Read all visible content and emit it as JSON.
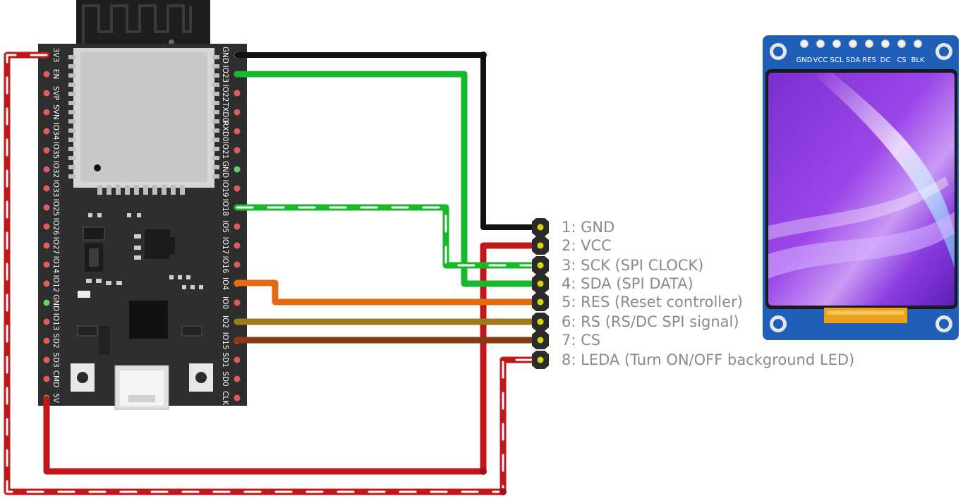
{
  "esp32": {
    "left_pins": [
      "3V3",
      "EN",
      "SVP",
      "SVN",
      "IO34",
      "IO35",
      "IO32",
      "IO33",
      "IO25",
      "IO26",
      "IO27",
      "IO14",
      "IO12",
      "GND",
      "IO13",
      "SD2",
      "SD3",
      "CMD",
      "5V"
    ],
    "right_pins": [
      "GND",
      "IO23",
      "IO22",
      "TXD0",
      "RXD0",
      "IO21",
      "GND",
      "IO19",
      "IO18",
      "IO5",
      "IO17",
      "IO16",
      "IO4",
      "IO0",
      "IO2",
      "IO15",
      "SD1",
      "SD0",
      "CLK"
    ]
  },
  "header": {
    "pins": [
      "1: GND",
      "2: VCC",
      "3: SCK (SPI CLOCK)",
      "4: SDA (SPI DATA)",
      "5: RES (Reset controller)",
      "6: RS (RS/DC SPI signal)",
      "7: CS",
      "8: LEDA (Turn ON/OFF background LED)"
    ]
  },
  "display": {
    "pins": [
      "GND",
      "VCC",
      "SCL",
      "SDA",
      "RES",
      "DC",
      "CS",
      "BLK"
    ]
  },
  "colors": {
    "gnd_wire": "#111111",
    "vcc_wire": "#c0171b",
    "sck_wire": "#18b82d",
    "sda_wire": "#18b82d",
    "res_wire": "#e46a10",
    "rs_wire": "#9e7a1c",
    "cs_wire": "#8a3a12",
    "board": "#2e2e2e",
    "display_pcb": "#1f5fb8"
  }
}
